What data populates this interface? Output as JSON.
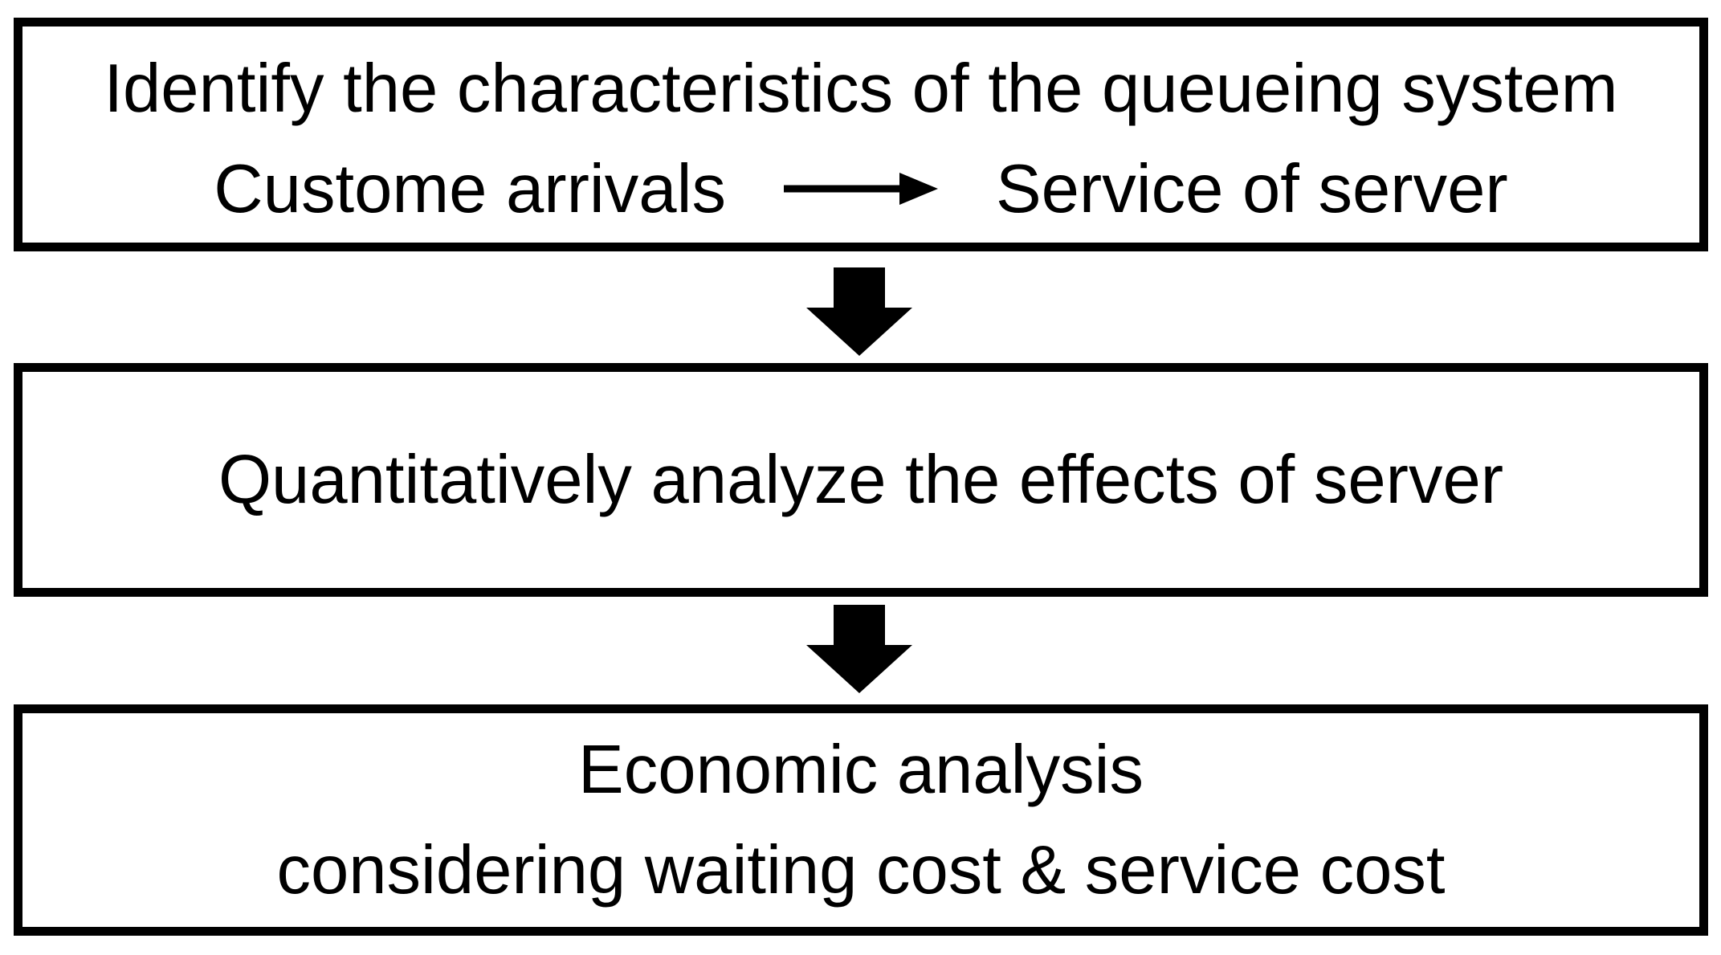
{
  "colors": {
    "background": "#ffffff",
    "box_fill": "#ffffff",
    "border": "#000000",
    "text": "#000000",
    "arrow": "#000000"
  },
  "flowchart": {
    "step1": {
      "title": "Identify the characteristics of the queueing system",
      "flow_left": "Custome arrivals",
      "flow_right": "Service of server"
    },
    "step2": {
      "title": "Quantitatively analyze the effects of server"
    },
    "step3": {
      "title": "Economic analysis",
      "subtitle": "considering waiting cost & service cost"
    }
  },
  "icons": {
    "right_arrow": "right-arrow",
    "down_arrow": "down-block-arrow"
  }
}
